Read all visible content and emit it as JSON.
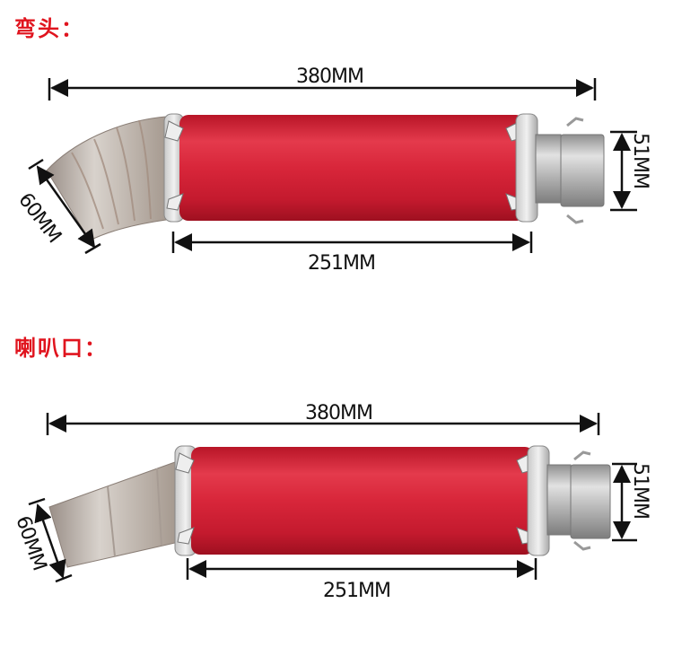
{
  "sections": [
    {
      "label": "弯头：",
      "dimensions": {
        "overall_length": "380MM",
        "body_length": "251MM",
        "outlet_diameter": "51MM",
        "inlet_diameter": "60MM"
      }
    },
    {
      "label": "喇叭口：",
      "dimensions": {
        "overall_length": "380MM",
        "body_length": "251MM",
        "outlet_diameter": "51MM",
        "inlet_diameter": "60MM"
      }
    }
  ],
  "colors": {
    "label": "#e0141e",
    "muffler_body": "#d8263a",
    "steel": "#b8b8b8",
    "dimension_line": "#111111"
  }
}
